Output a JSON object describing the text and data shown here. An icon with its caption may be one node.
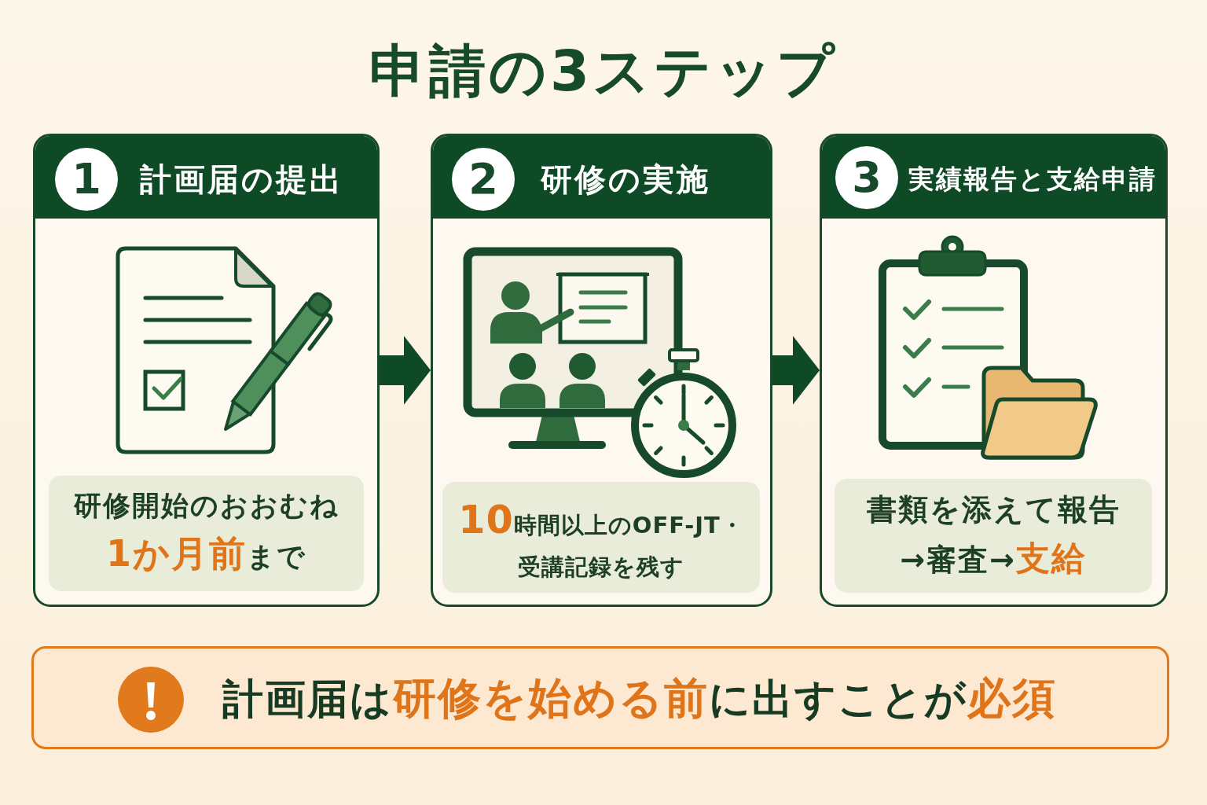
{
  "diagram": {
    "title": "申請の3ステップ",
    "nodes": [
      {
        "text": [
          "計画届の提出"
        ]
      },
      {
        "text": [
          "1"
        ],
        "in": 0
      },
      {
        "text": [
          "研修開始のおおむね**1か月前**まで"
        ],
        "in": 0
      },
      {
        "text": [
          "研修の実施"
        ]
      },
      {
        "text": [
          "2"
        ],
        "in": 3
      },
      {
        "text": [
          "**10**時間以上のOFF-JT・受講記録を残す"
        ],
        "in": 3
      },
      {
        "text": [
          "実績報告と支給申請"
        ]
      },
      {
        "text": [
          "3"
        ],
        "in": 6
      },
      {
        "text": [
          "書類を添えて報告→審査→**支給**"
        ],
        "in": 6
      },
      {
        "text": [
          "計画届は**研修を始める前**に出すことが**必須**"
        ]
      }
    ],
    "edges": [
      {
        "from": 0,
        "to": 3,
        "arrow": "to"
      },
      {
        "from": 3,
        "to": 6,
        "arrow": "to"
      }
    ]
  }
}
